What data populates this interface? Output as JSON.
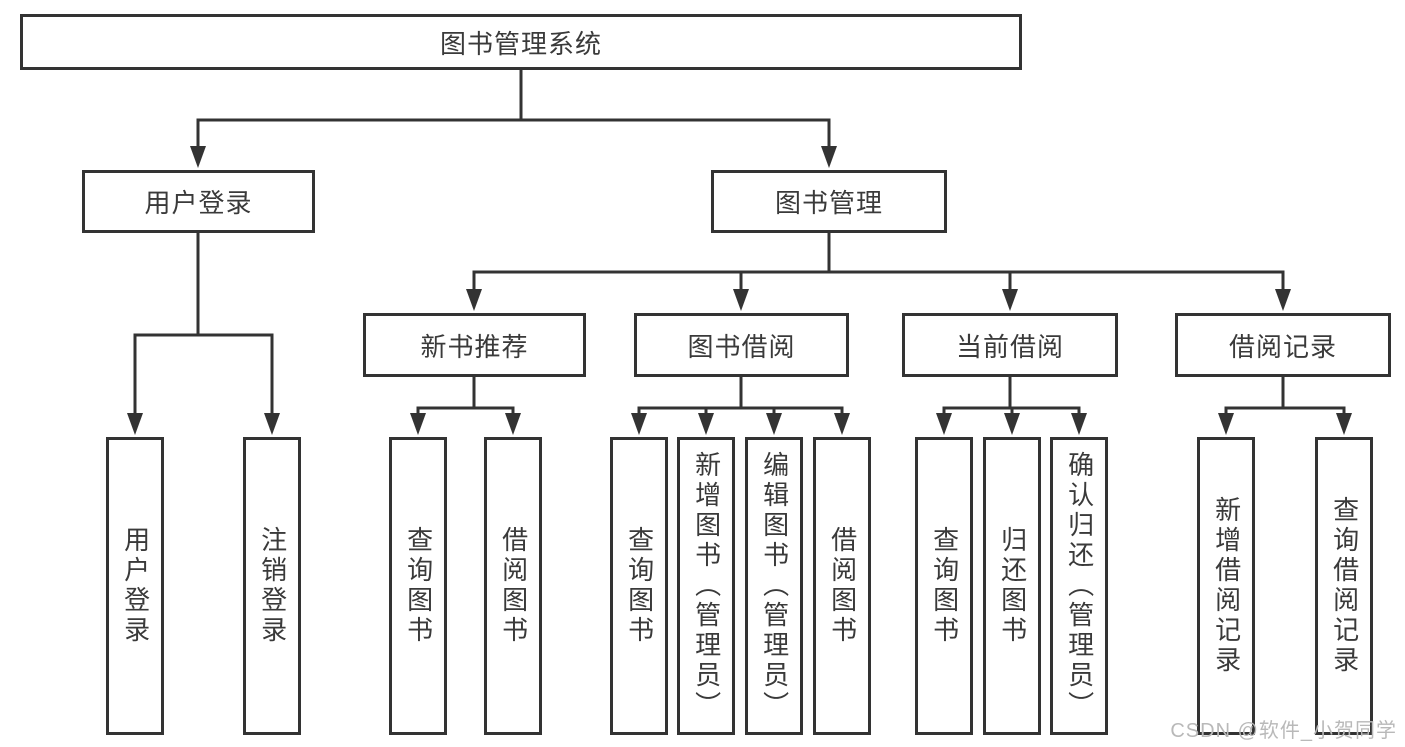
{
  "diagram": {
    "title": "图书管理系统",
    "line_color": "#333333",
    "text_color": "#3a3a3a",
    "box_background": "#ffffff",
    "level2": [
      {
        "label": "用户登录",
        "children": [
          "用户登录",
          "注销登录"
        ]
      },
      {
        "label": "图书管理",
        "groups": [
          {
            "label": "新书推荐",
            "children": [
              "查询图书",
              "借阅图书"
            ]
          },
          {
            "label": "图书借阅",
            "children": [
              "查询图书",
              "新增图书（管理员）",
              "编辑图书（管理员）",
              "借阅图书"
            ]
          },
          {
            "label": "当前借阅",
            "children": [
              "查询图书",
              "归还图书",
              "确认归还（管理员）"
            ]
          },
          {
            "label": "借阅记录",
            "children": [
              "新增借阅记录",
              "查询借阅记录"
            ]
          }
        ]
      }
    ]
  },
  "watermark": {
    "text": "CSDN @软件_小贺同学",
    "color": "#b9b9b9"
  }
}
